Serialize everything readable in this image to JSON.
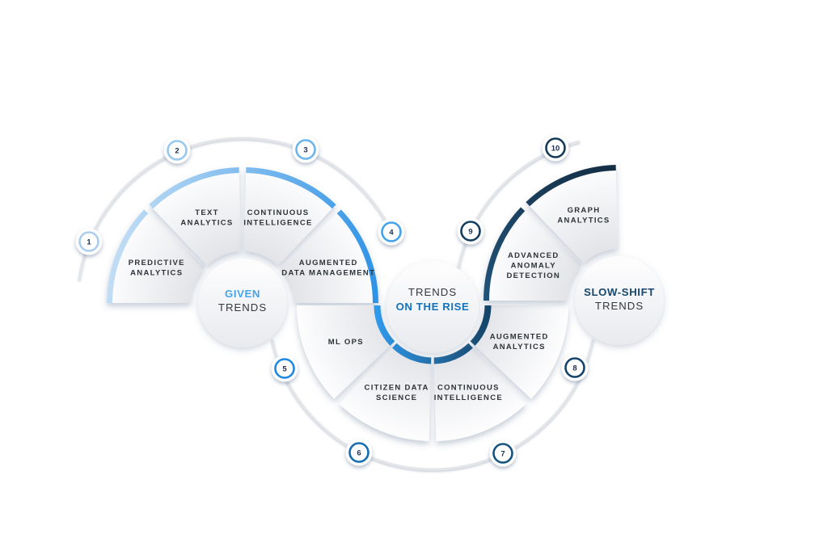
{
  "colors": {
    "given_accent": "#47a4e8",
    "rise_accent": "#1273bd",
    "slowshift_accent": "#17476e",
    "title_dark": "#33383d",
    "label_text": "#2d3338",
    "badge_number": "#20304e",
    "track": "#e3e5e9",
    "segment_inner": "#e3e4e8",
    "segment_outer": "#fdfdfe",
    "center_top": "#fcfcfd",
    "center_bottom": "#e8eaee",
    "band_given_start": "#c7e0f5",
    "band_given_end": "#2f93e6",
    "band_rise_start": "#2f9aec",
    "band_rise_end": "#154264",
    "band_slow_start": "#215379",
    "band_slow_end": "#142e44"
  },
  "badge_rings": [
    "#a9ceee",
    "#97c8ee",
    "#6cb5ec",
    "#42a3ea",
    "#1f88e2",
    "#166cb2",
    "#155380",
    "#14436b",
    "#153d60",
    "#15395a"
  ],
  "fans": [
    {
      "id": "given",
      "title_line1": "GIVEN",
      "title_line2": "TRENDS",
      "segments": [
        {
          "number": "1",
          "lines": [
            "PREDICTIVE",
            "ANALYTICS"
          ]
        },
        {
          "number": "2",
          "lines": [
            "TEXT",
            "ANALYTICS"
          ]
        },
        {
          "number": "3",
          "lines": [
            "CONTINUOUS",
            "INTELLIGENCE"
          ]
        },
        {
          "number": "4",
          "lines": [
            "AUGMENTED",
            "DATA MANAGEMENT"
          ]
        }
      ]
    },
    {
      "id": "rise",
      "title_line1": "TRENDS",
      "title_line2": "ON THE RISE",
      "segments": [
        {
          "number": "5",
          "lines": [
            "ML OPS"
          ]
        },
        {
          "number": "6",
          "lines": [
            "CITIZEN DATA",
            "SCIENCE"
          ]
        },
        {
          "number": "7",
          "lines": [
            "CONTINUOUS",
            "INTELLIGENCE"
          ]
        },
        {
          "number": "8",
          "lines": [
            "AUGMENTED",
            "ANALYTICS"
          ]
        }
      ]
    },
    {
      "id": "slowshift",
      "title_line1": "SLOW-SHIFT",
      "title_line2": "TRENDS",
      "segments": [
        {
          "number": "9",
          "lines": [
            "ADVANCED",
            "ANOMALY",
            "DETECTION"
          ]
        },
        {
          "number": "10",
          "lines": [
            "GRAPH",
            "ANALYTICS"
          ]
        }
      ]
    }
  ]
}
